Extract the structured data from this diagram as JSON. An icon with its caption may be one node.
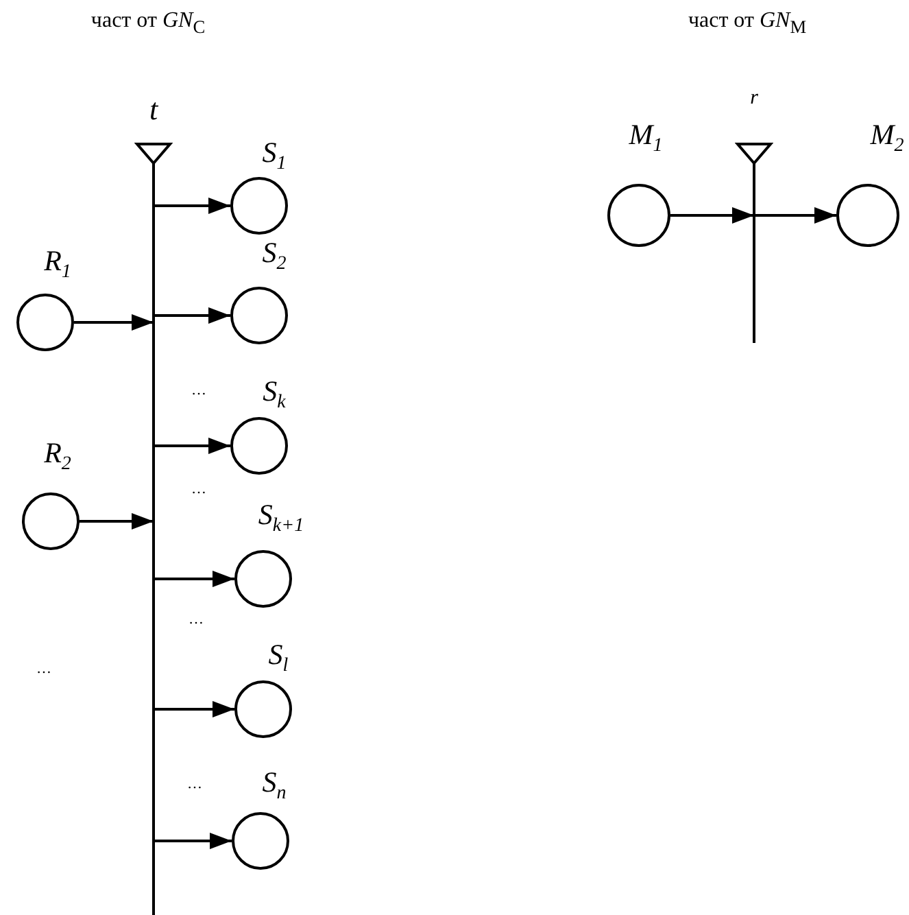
{
  "diagram": {
    "nodes": [
      {
        "text": [
          "t"
        ]
      },
      {
        "text": [],
        "shape": "circle",
        "beside": [
          "S$_{1}$"
        ]
      },
      {
        "text": [],
        "shape": "circle",
        "beside": [
          "R$_{1}$"
        ]
      },
      {
        "text": [],
        "shape": "circle",
        "beside": [
          "S$_{2}$"
        ]
      },
      {
        "text": [],
        "shape": "circle",
        "beside": [
          "S$_{k}$"
        ]
      },
      {
        "text": [],
        "shape": "circle",
        "beside": [
          "R$_{2}$"
        ]
      },
      {
        "text": [],
        "shape": "circle",
        "beside": [
          "S$_{k+1}$"
        ]
      },
      {
        "text": [],
        "shape": "circle",
        "beside": [
          "S$_{l}$"
        ]
      },
      {
        "text": [],
        "shape": "circle",
        "beside": [
          "S$_{n}$"
        ]
      },
      {
        "text": [
          "r"
        ]
      },
      {
        "text": [],
        "shape": "circle",
        "beside": [
          "M$_{1}$"
        ]
      },
      {
        "text": [],
        "shape": "circle",
        "beside": [
          "M$_{2}$"
        ]
      }
    ],
    "edges": [
      {
        "from": 0,
        "to": 1,
        "arrow": "to"
      },
      {
        "from": 2,
        "to": 0,
        "arrow": "to"
      },
      {
        "from": 0,
        "to": 3,
        "arrow": "to"
      },
      {
        "from": 0,
        "to": 4,
        "arrow": "to"
      },
      {
        "from": 5,
        "to": 0,
        "arrow": "to"
      },
      {
        "from": 0,
        "to": 6,
        "arrow": "to"
      },
      {
        "from": 0,
        "to": 7,
        "arrow": "to"
      },
      {
        "from": 0,
        "to": 8,
        "arrow": "to"
      },
      {
        "from": 10,
        "to": 9,
        "arrow": "to"
      },
      {
        "from": 9,
        "to": 11,
        "arrow": "to"
      }
    ],
    "labels": [
      "част от *GN*$_{C}$",
      "част от *GN*$_{M}$",
      "…",
      "…",
      "…",
      "…",
      "…"
    ]
  }
}
